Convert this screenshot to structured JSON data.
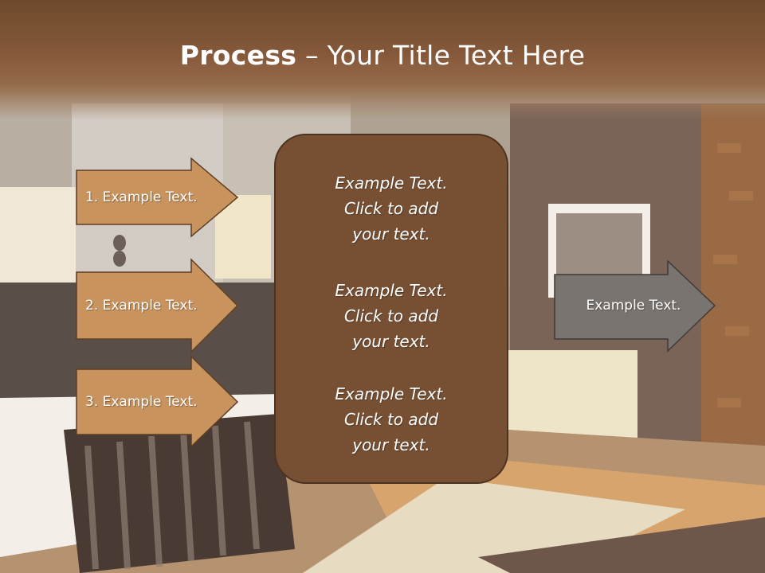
{
  "slide": {
    "title_bold": "Process",
    "title_rest": " – Your Title Text Here"
  },
  "steps": [
    {
      "label": "1. Example Text."
    },
    {
      "label": "2. Example Text."
    },
    {
      "label": "3. Example Text."
    }
  ],
  "panel": {
    "items": [
      {
        "text": "Example Text.\nClick  to add\nyour text."
      },
      {
        "text": "Example Text.\nClick  to add\nyour text."
      },
      {
        "text": "Example Text.\nClick  to add\nyour text."
      }
    ]
  },
  "result": {
    "label": "Example Text."
  },
  "colors": {
    "title_bar": "#7a5134",
    "step_arrow_fill": "#c9935e",
    "step_arrow_stroke": "#5e3d22",
    "panel_fill": "#775034",
    "result_arrow_fill": "#7a7470",
    "result_arrow_stroke": "#3f3a36"
  }
}
